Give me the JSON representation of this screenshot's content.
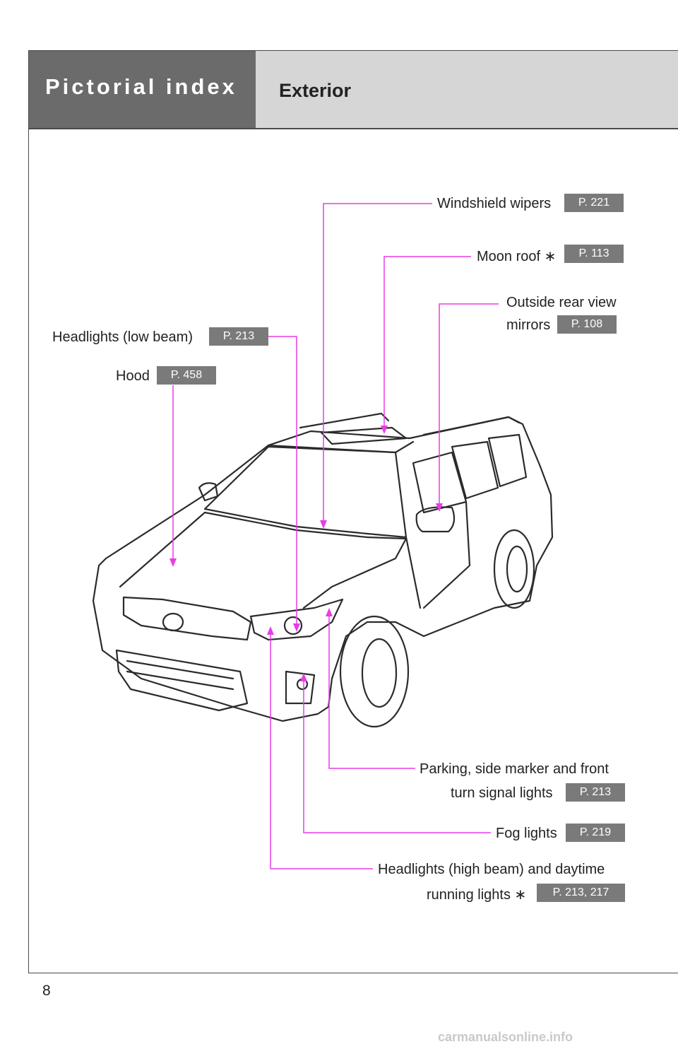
{
  "header": {
    "section_title": "Pictorial index",
    "subtitle": "Exterior"
  },
  "callouts": [
    {
      "label": "Windshield wipers",
      "page": "P. 221"
    },
    {
      "label": "Moon roof ∗",
      "page": "P. 113"
    },
    {
      "label_line1": "Outside rear view",
      "label_line2": "mirrors",
      "page": "P. 108"
    },
    {
      "label": "Headlights (low beam)",
      "page": "P. 213"
    },
    {
      "label": "Hood",
      "page": "P. 458"
    },
    {
      "label_line1": "Parking, side marker and front",
      "label_line2": "turn signal lights",
      "page": "P. 213"
    },
    {
      "label": "Fog lights",
      "page": "P. 219"
    },
    {
      "label_line1": "Headlights (high beam) and daytime",
      "label_line2": "running lights ∗",
      "page": "P. 213, 217"
    }
  ],
  "footer": {
    "page_number": "8",
    "watermark": "carmanualsonline.info"
  },
  "colors": {
    "header_dark": "#6b6b6b",
    "header_light": "#d6d6d6",
    "badge": "#7a7a7a",
    "leader_line": "#e83ce8"
  }
}
